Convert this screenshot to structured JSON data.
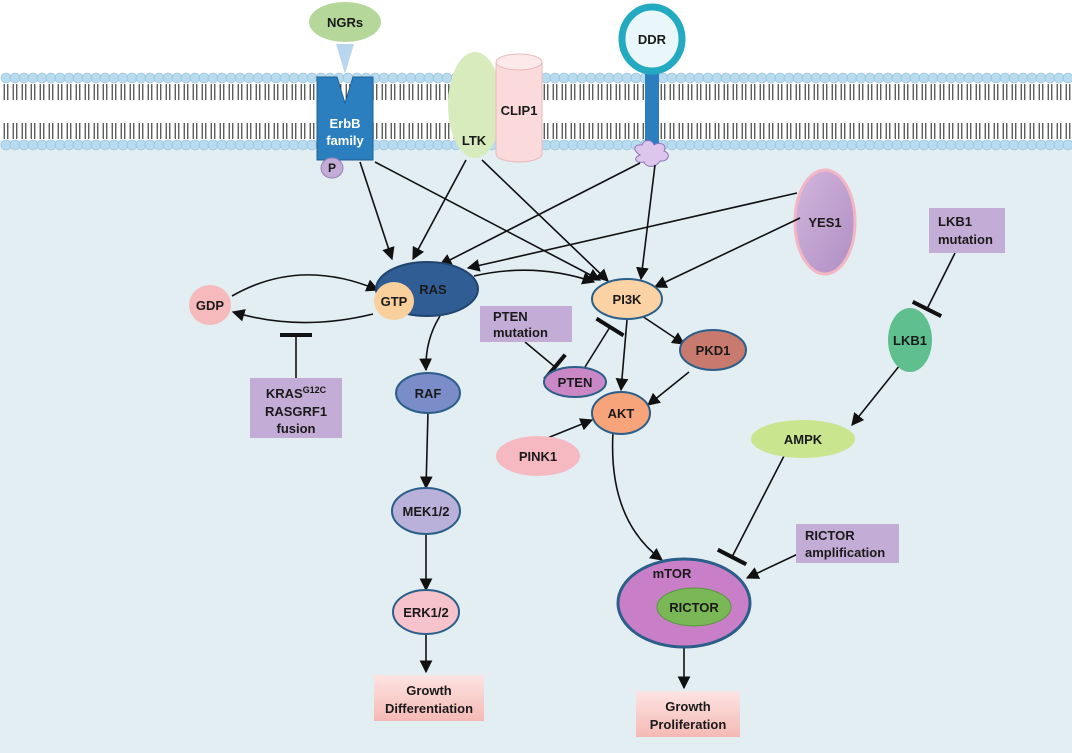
{
  "nodes": {
    "ngrs": "NGRs",
    "erbb_line1": "ErbB",
    "erbb_line2": "family",
    "phospho": "P",
    "ltk": "LTK",
    "clip1": "CLIP1",
    "ddr": "DDR",
    "yes1": "YES1",
    "ras": "RAS",
    "gtp": "GTP",
    "gdp": "GDP",
    "pi3k": "PI3K",
    "pten": "PTEN",
    "pkd1": "PKD1",
    "akt": "AKT",
    "pink1": "PINK1",
    "raf": "RAF",
    "mek": "MEK1/2",
    "erk": "ERK1/2",
    "lkb1": "LKB1",
    "ampk": "AMPK",
    "mtor": "mTOR",
    "rictor": "RICTOR"
  },
  "boxes": {
    "kras_main": "KRAS",
    "kras_sup": "G12C",
    "rasgrf1_line1": "RASGRF1",
    "rasgrf1_line2": "fusion",
    "pten_mut_line1": "PTEN",
    "pten_mut_line2": "mutation",
    "lkb1_mut_line1": "LKB1",
    "lkb1_mut_line2": "mutation",
    "rictor_amp_line1": "RICTOR",
    "rictor_amp_line2": "amplification"
  },
  "outcomes": {
    "left_line1": "Growth",
    "left_line2": "Differentiation",
    "right_line1": "Growth",
    "right_line2": "Proliferation"
  },
  "colors": {
    "cytoplasm": "#e3eef3",
    "membrane_head": "#b9dbef",
    "receptor_blue": "#2c7fbe",
    "ring_teal": "#23a9c0",
    "node_stroke": "#2b5f8a",
    "box_purple": "#c3acd6",
    "outcome_pink": "#f7c5c2"
  }
}
